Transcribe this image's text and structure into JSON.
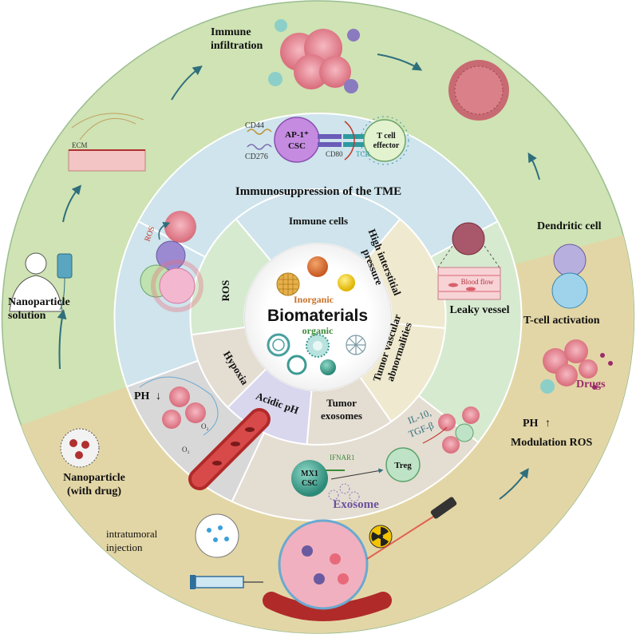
{
  "outer": {
    "immune_infiltration": [
      "Immune",
      "infiltration"
    ],
    "ecm": "ECM",
    "nanoparticle_solution": [
      "Nanoparticle",
      "solution"
    ],
    "nanoparticle_with_drug": [
      "Nanoparticle",
      "(with drug)"
    ],
    "intratumoral_injection": [
      "intratumoral",
      "injection"
    ],
    "dendritic_cell": "Dendritic cell",
    "t_cell_activation": "T-cell activation",
    "drugs": "Drugs",
    "ph_up": "PH",
    "modulation_ros": "Modulation ROS",
    "leaky_vessel": "Leaky vessel",
    "blood_flow": "Blood flow"
  },
  "middle": {
    "immunosuppression": "Immunosuppression of the TME",
    "cd44": "CD44",
    "cd276": "CD276",
    "ap1_csc": [
      "AP-1⁺",
      "CSC"
    ],
    "cd80": "CD80",
    "tcr": "TCR",
    "t_cell_effector": [
      "T cell",
      "effector"
    ],
    "ros_small": "ROS",
    "ph_down": "PH",
    "il10": "IL-10,",
    "tgfb": "TGF-β",
    "treg": "Treg",
    "ifnar1": "IFNAR1",
    "mx1_csc": [
      "MX1",
      "CSC"
    ],
    "exosome": "Exosome"
  },
  "inner": {
    "immune_cells": "Immune cells",
    "high_pressure": [
      "High interstitial",
      "pressure"
    ],
    "tumor_vascular": [
      "Tumor vascular",
      "abnormalities"
    ],
    "tumor_exosomes": [
      "Tumor",
      "exosomes"
    ],
    "acidic_ph": "Acidic pH",
    "hypoxia": "Hypoxia",
    "ros": "ROS"
  },
  "center": {
    "inorganic": "Inorganic",
    "biomaterials": "Biomaterials",
    "organic": "organic"
  },
  "colors": {
    "outer_green": "#cfe3b4",
    "outer_tan": "#e3d6a6",
    "mid_blue": "#cfe4ec",
    "mid_green": "#d6ead0",
    "mid_tan": "#e4ddd2",
    "mid_gray": "#d8d8d8",
    "inner_lilac": "#d9d7ee",
    "inner_cream": "#efe9cf",
    "tumor_pink": "#e88a96",
    "inorganic_text": "#c8722a",
    "organic_text": "#3b8a3b",
    "exosome_text": "#6b4f9c",
    "drugs_text": "#9c2a6b"
  }
}
